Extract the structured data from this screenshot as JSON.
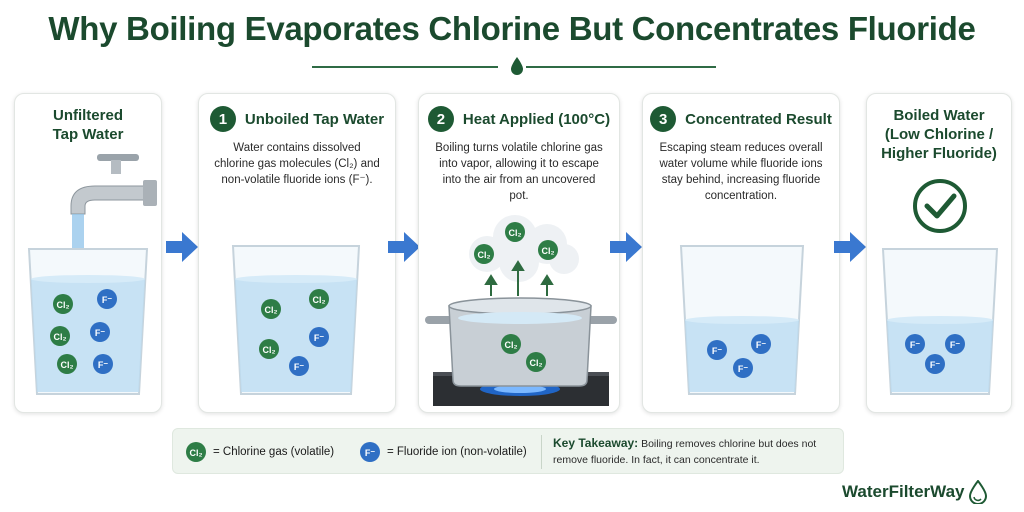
{
  "title": "Why Boiling Evaporates Chlorine But Concentrates Fluoride",
  "colors": {
    "accent": "#1b4a2e",
    "arrow": "#3a78d0",
    "chlorine": "#2e7d46",
    "fluoride": "#2f6fc4"
  },
  "molecules": {
    "chlorine": "Cl₂",
    "fluoride": "F⁻"
  },
  "panels": [
    {
      "heading": "Unfiltered\nTap Water"
    },
    {
      "number": "1",
      "heading": "Unboiled Tap Water",
      "description": "Water contains dissolved chlorine gas molecules (Cl₂) and non-volatile fluoride ions (F⁻)."
    },
    {
      "number": "2",
      "heading": "Heat Applied (100°C)",
      "description": "Boiling turns volatile chlorine gas into vapor, allowing it to escape into the air from an uncovered pot."
    },
    {
      "number": "3",
      "heading": "Concentrated Result",
      "description": "Escaping steam reduces overall water volume while fluoride ions stay behind, increasing fluoride concentration."
    },
    {
      "heading": "Boiled Water\n(Low Chlorine /\nHigher Fluoride)",
      "icon": "checkmark-icon"
    }
  ],
  "legend": {
    "chlorine_label": "= Chlorine gas (volatile)",
    "fluoride_label": "= Fluoride ion (non-volatile)",
    "takeaway_title": "Key Takeaway:",
    "takeaway_text": "Boiling removes chlorine but does not remove fluoride. In fact, it can concentrate it."
  },
  "brand": "WaterFilterWay"
}
